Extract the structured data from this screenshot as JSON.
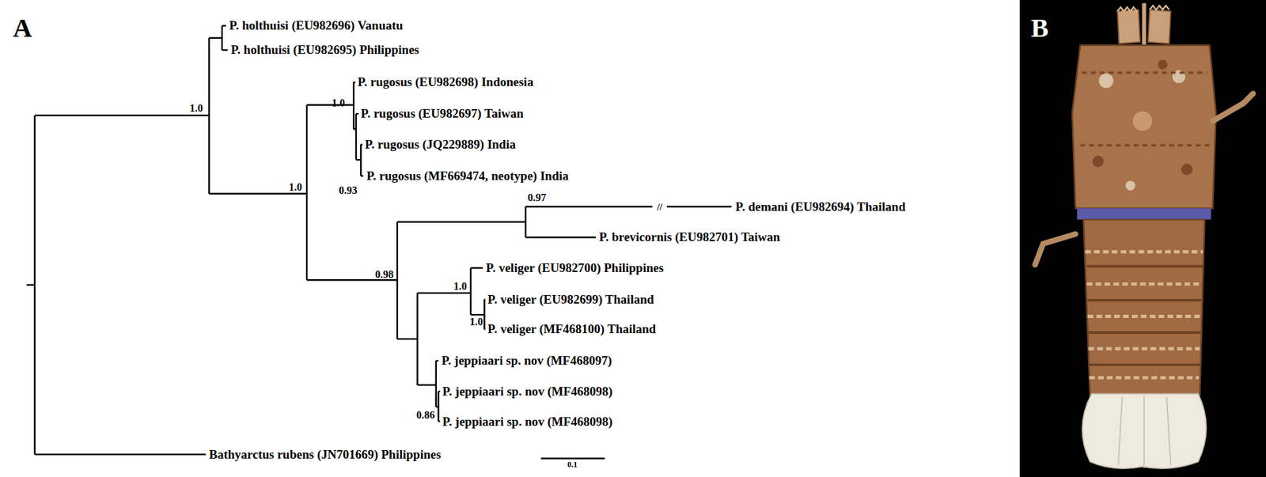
{
  "diagram": {
    "labels": [
      "A",
      "B",
      "P. holthuisi (EU982696) Vanuatu",
      "P. holthuisi (EU982695) Philippines",
      "P. rugosus (EU982698) Indonesia",
      "P. rugosus (EU982697) Taiwan",
      "P. rugosus (JQ229889) India",
      "P. rugosus (MF669474, neotype) India",
      "P. demani (EU982694) Thailand",
      "P. brevicornis (EU982701) Taiwan",
      "P. veliger (EU982700) Philippines",
      "P. veliger (EU982699) Thailand",
      "P. veliger (MF468100) Thailand",
      "P. jeppiaari sp. nov (MF468097)",
      "P. jeppiaari sp. nov (MF468098)",
      "P. jeppiaari sp. nov (MF468098)",
      "Bathyarctus rubens (JN701669) Philippines",
      "1.0",
      "1.0",
      "0.93",
      "1.0",
      "0.97",
      "0.98",
      "1.0",
      "1.0",
      "0.86",
      "//",
      "0.1"
    ]
  }
}
